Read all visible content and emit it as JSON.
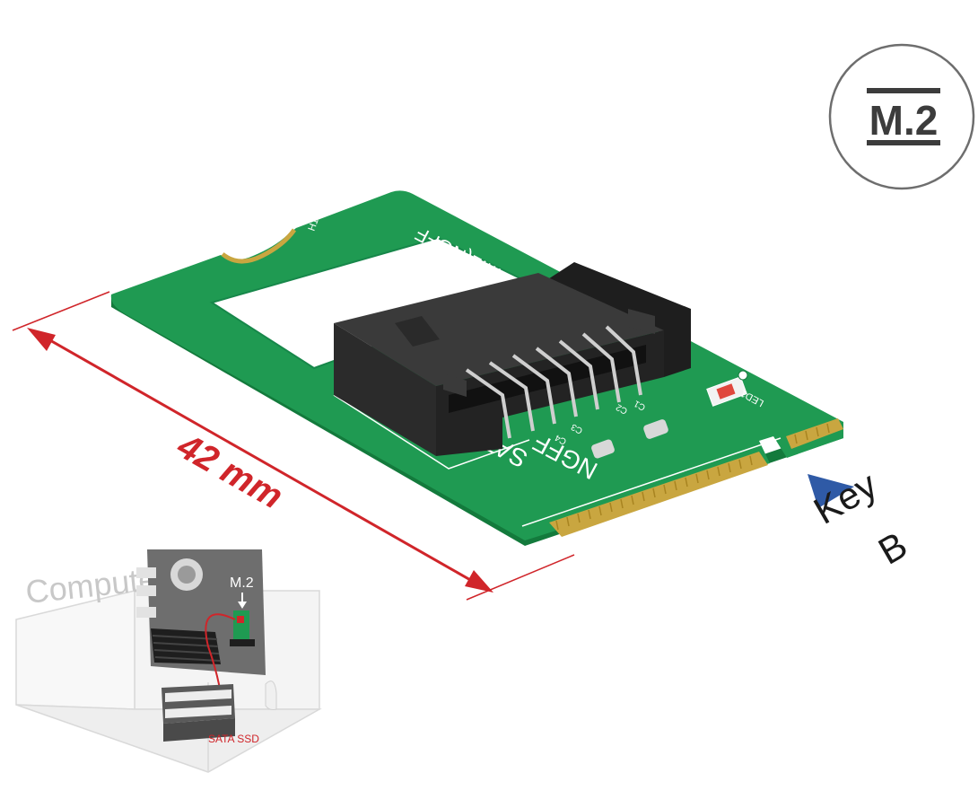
{
  "badge": {
    "label": "M.2"
  },
  "dimension": {
    "label": "42 mm"
  },
  "board": {
    "silkscreen_top": "M.2(NGFF",
    "silkscreen_sata": "SATA",
    "silkscreen_ngff": "NGFF",
    "silkscreen_h1": "H1",
    "silkscreen_led": "LED1",
    "silkscreen_caps": [
      "C3",
      "C4",
      "C2",
      "C1"
    ]
  },
  "key": {
    "line1": "Key",
    "line2": "B"
  },
  "inset": {
    "title": "Computer",
    "m2_label": "M.2",
    "ssd_label": "SATA SSD"
  },
  "colors": {
    "pcb_green": "#1f9a52",
    "pcb_edge": "#137a3c",
    "gold": "#c9a640",
    "connector": "#2b2b2b",
    "dimension_red": "#d0252a",
    "key_arrow": "#2f5aa6",
    "badge_text": "#3c3c3c"
  }
}
